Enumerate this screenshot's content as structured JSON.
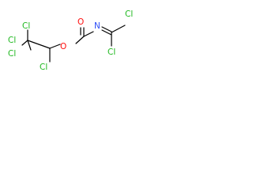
{
  "molecule": {
    "atoms": {
      "cl_top_left": "Cl",
      "cl_left_top": "Cl",
      "cl_left_mid": "Cl",
      "cl_lower": "Cl",
      "o_ester": "O",
      "o_carbonyl": "O",
      "n_imine": "N",
      "cl_right_top": "Cl",
      "cl_right_bottom": "Cl"
    },
    "colors": {
      "bond": "#000000",
      "chlorine": "#1fb81f",
      "oxygen": "#ff0d0d",
      "nitrogen": "#2f50f7"
    }
  }
}
